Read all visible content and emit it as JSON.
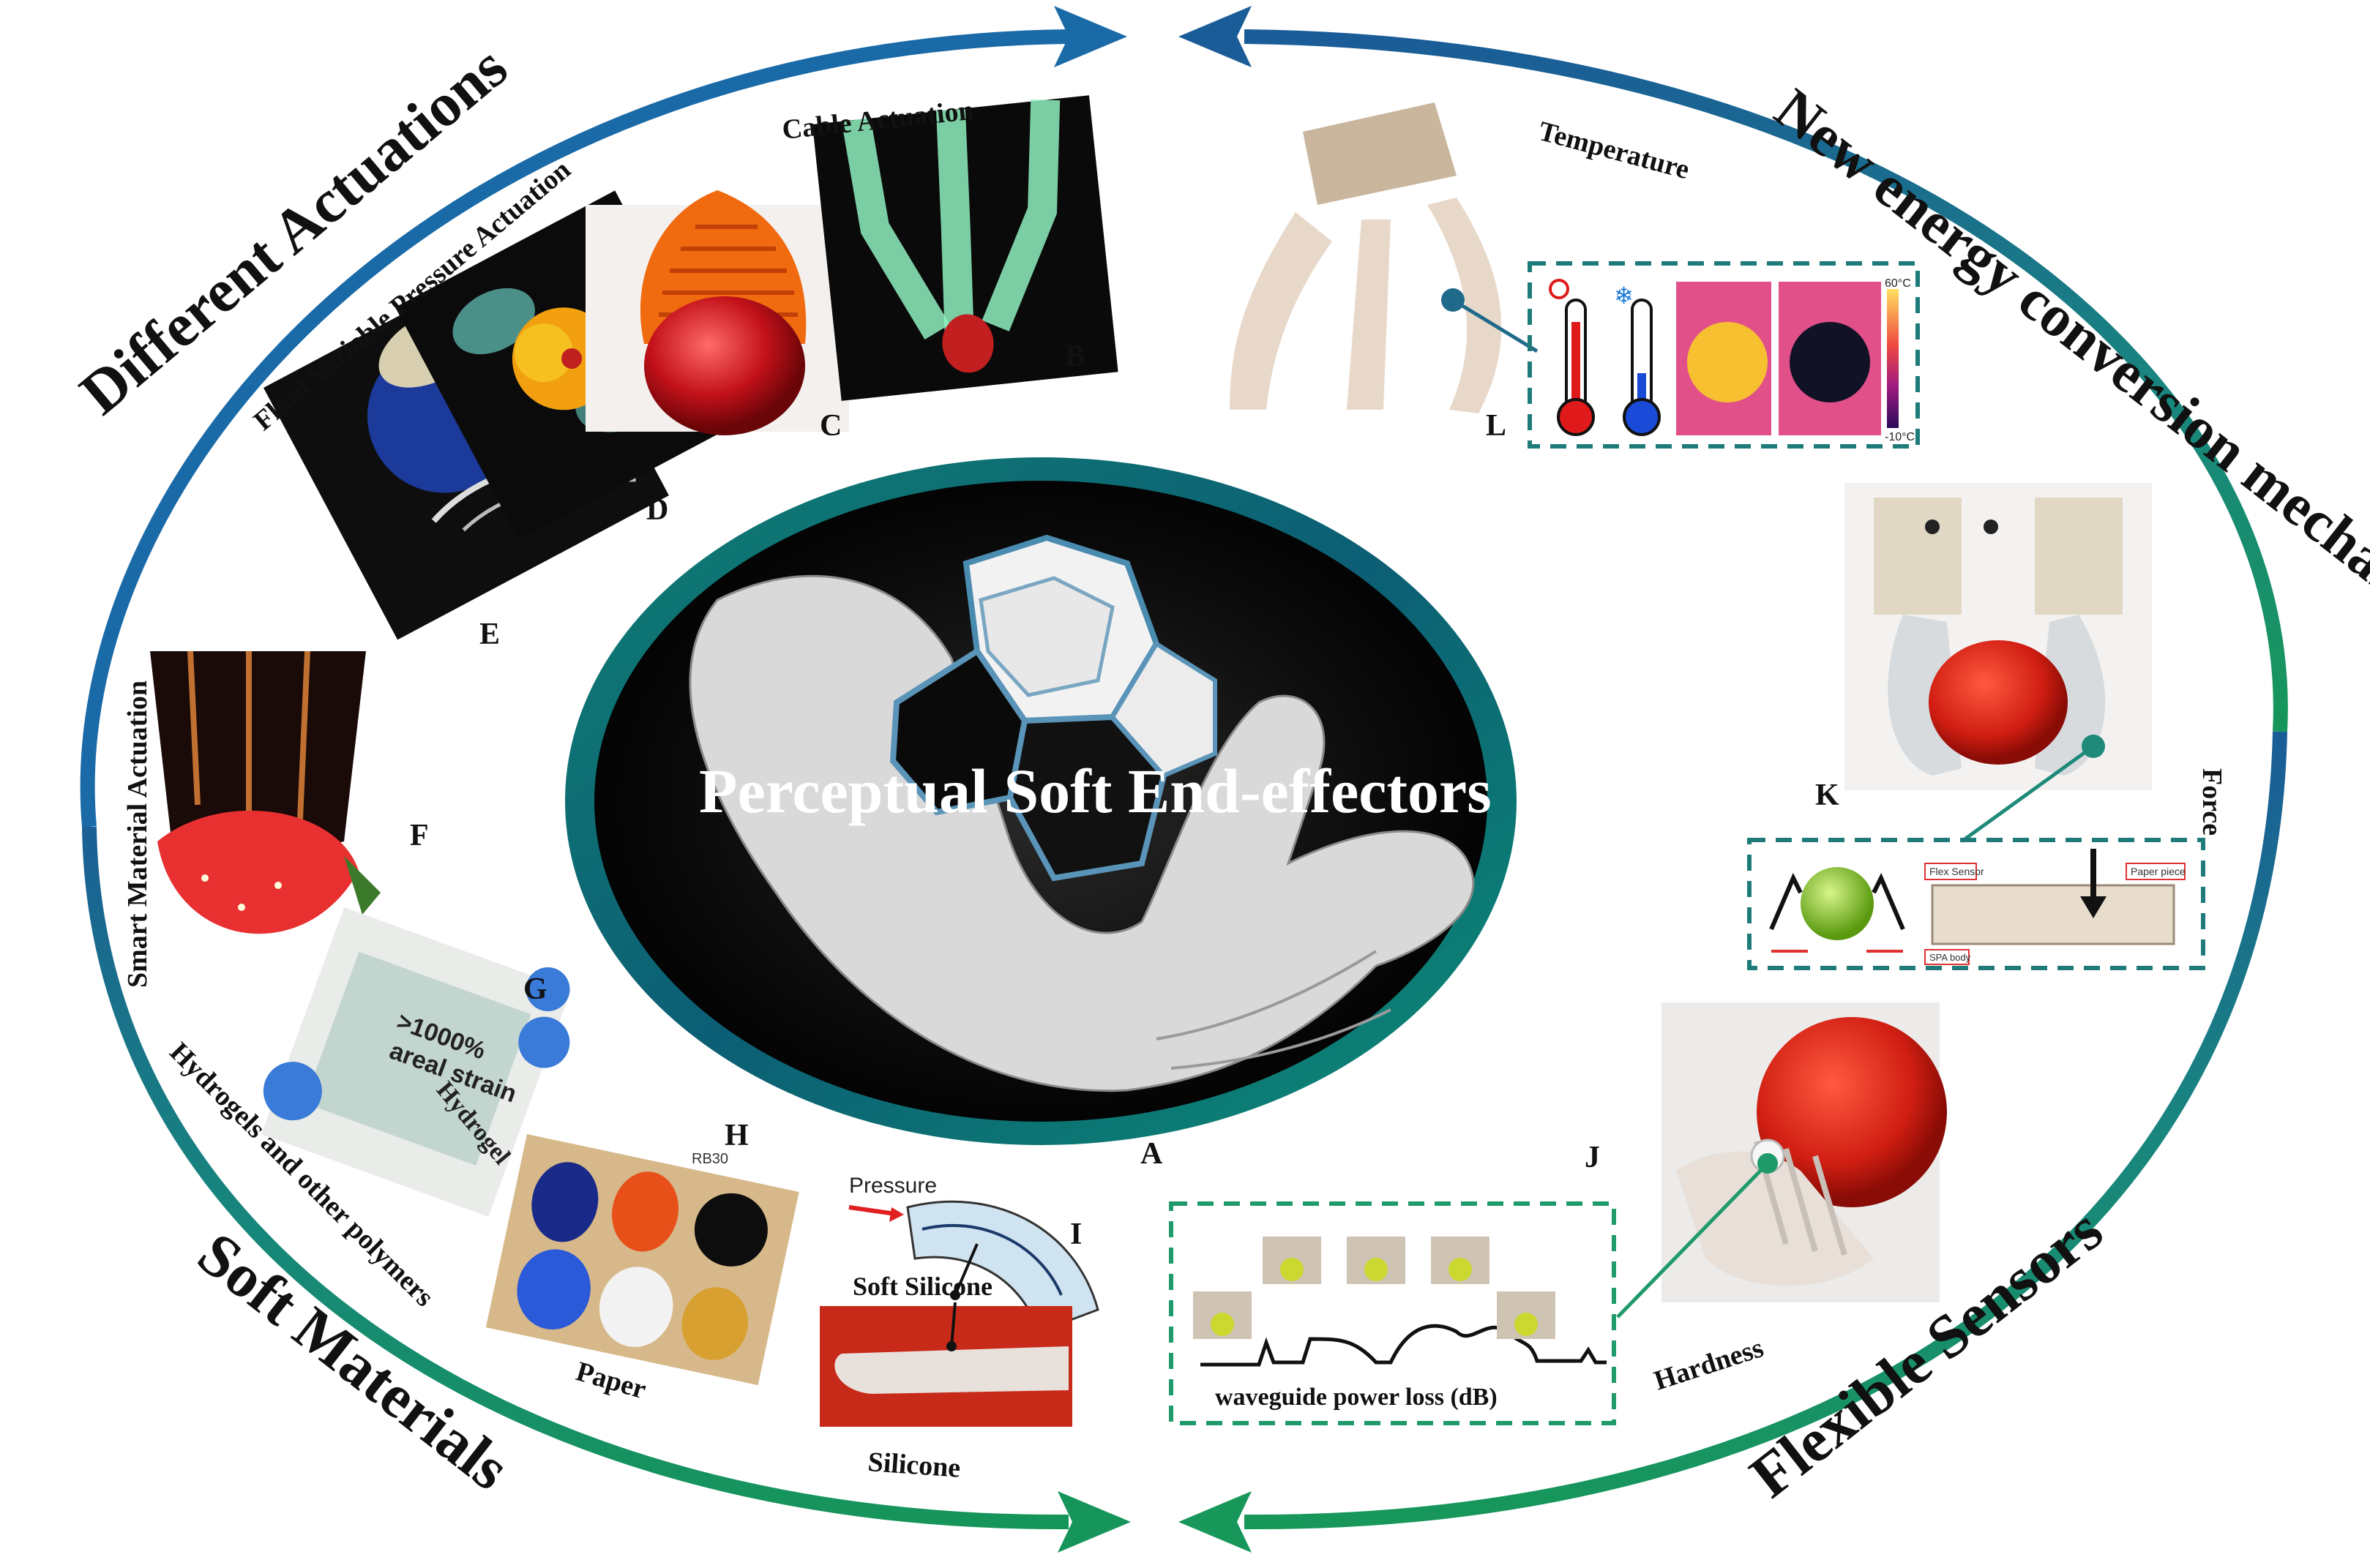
{
  "center": {
    "title": "Perceptual Soft End-effectors",
    "panel": "A"
  },
  "categories": {
    "different_actuations": "Different Actuations",
    "new_energy": "New energy conversion mechanism",
    "soft_materials": "Soft Materials",
    "flexible_sensors": "Flexible Sensors"
  },
  "sublabels": {
    "cable_actuation": "Cable Actuation",
    "fluid_pressure": "Fluid Variable Pressure Actuation",
    "smart_material": "Smart Material Actuation",
    "hydrogels": "Hydrogels and other polymers",
    "paper": "Paper",
    "silicone": "Silicone",
    "soft_silicone": "Soft Silicone",
    "pressure": "Pressure",
    "temperature": "Temperature",
    "force": "Force",
    "hardness": "Hardness",
    "waveguide": "waveguide power loss (dB)",
    "hydrogel_strain_1": ">1000%",
    "hydrogel_strain_2": "areal strain",
    "hydrogel_word": "Hydrogel",
    "temp_hot": "60°C",
    "temp_cold": "-10°C",
    "flex_sensor": "Flex Sensor",
    "paper_piece": "Paper piece",
    "spa_body": "SPA body",
    "rb30": "RB30"
  },
  "panels": [
    "A",
    "B",
    "C",
    "D",
    "E",
    "F",
    "G",
    "H",
    "I",
    "J",
    "K",
    "L"
  ],
  "colors": {
    "arrow_blue": "#1a6aa8",
    "arrow_teal": "#1a9080",
    "arrow_green": "#159a5a",
    "ellipse_ring": "#157a7a",
    "dashed_box": "#1f7a7a"
  }
}
